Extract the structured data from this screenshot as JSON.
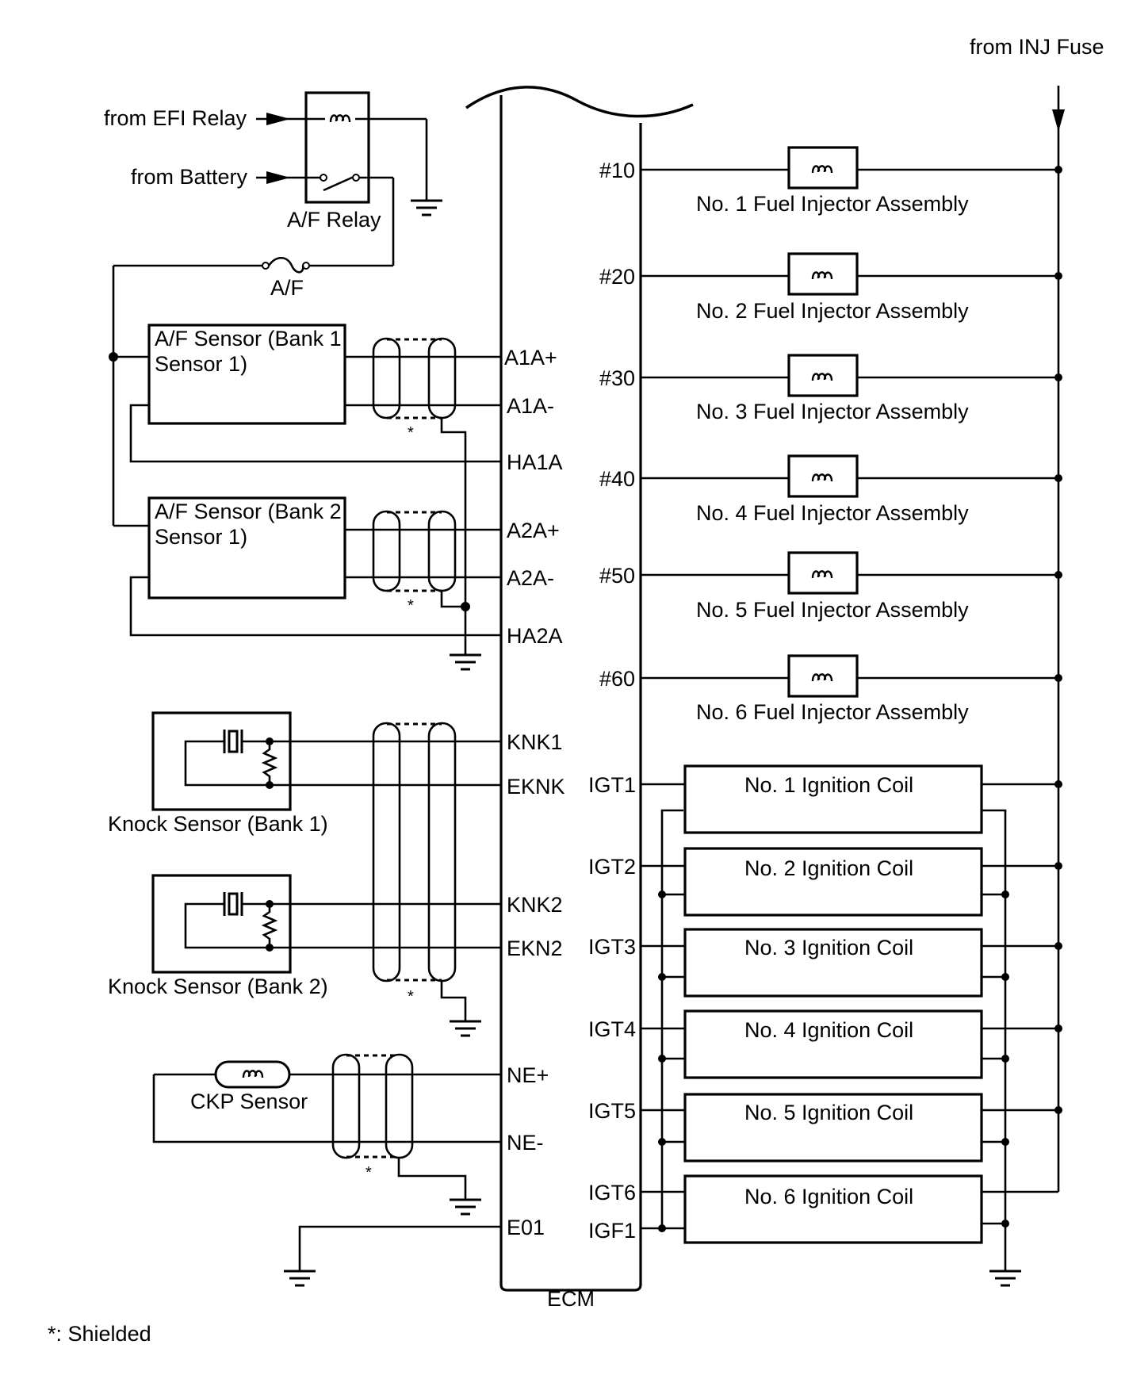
{
  "diagram": {
    "inputs": {
      "inj_fuse": "from INJ Fuse",
      "efi_relay": "from EFI Relay",
      "battery": "from Battery"
    },
    "relay_label": "A/F Relay",
    "fuse_label": "A/F",
    "ecm_label": "ECM",
    "shield_mark": "*",
    "footnote": "*: Shielded",
    "af_sensors": [
      {
        "label_line1": "A/F Sensor (Bank 1",
        "label_line2": "Sensor 1)",
        "pin_plus": "A1A+",
        "pin_minus": "A1A-",
        "pin_heater": "HA1A"
      },
      {
        "label_line1": "A/F Sensor (Bank 2",
        "label_line2": "Sensor 1)",
        "pin_plus": "A2A+",
        "pin_minus": "A2A-",
        "pin_heater": "HA2A"
      }
    ],
    "knock_sensors": [
      {
        "label": "Knock Sensor (Bank 1)",
        "pin_signal": "KNK1",
        "pin_ground": "EKNK"
      },
      {
        "label": "Knock Sensor (Bank 2)",
        "pin_signal": "KNK2",
        "pin_ground": "EKN2"
      }
    ],
    "ckp": {
      "label": "CKP Sensor",
      "pin_plus": "NE+",
      "pin_minus": "NE-"
    },
    "ground_pin": "E01",
    "injectors": [
      {
        "pin": "#10",
        "label": "No. 1 Fuel Injector Assembly"
      },
      {
        "pin": "#20",
        "label": "No. 2 Fuel Injector Assembly"
      },
      {
        "pin": "#30",
        "label": "No. 3 Fuel Injector Assembly"
      },
      {
        "pin": "#40",
        "label": "No. 4 Fuel Injector Assembly"
      },
      {
        "pin": "#50",
        "label": "No. 5 Fuel Injector Assembly"
      },
      {
        "pin": "#60",
        "label": "No. 6 Fuel Injector Assembly"
      }
    ],
    "ignition_coils": [
      {
        "pin": "IGT1",
        "label": "No. 1 Ignition Coil"
      },
      {
        "pin": "IGT2",
        "label": "No. 2 Ignition Coil"
      },
      {
        "pin": "IGT3",
        "label": "No. 3 Ignition Coil"
      },
      {
        "pin": "IGT4",
        "label": "No. 4 Ignition Coil"
      },
      {
        "pin": "IGT5",
        "label": "No. 5 Ignition Coil"
      },
      {
        "pin": "IGT6",
        "label": "No. 6 Ignition Coil"
      }
    ],
    "igf_pin": "IGF1"
  }
}
